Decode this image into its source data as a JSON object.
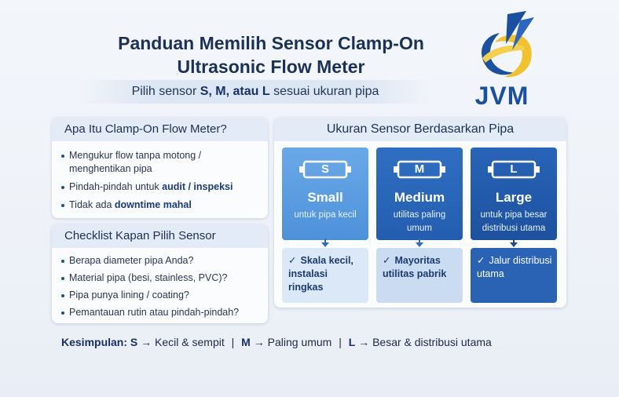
{
  "title": {
    "line1": "Panduan Memilih Sensor Clamp-On",
    "line2": "Ultrasonic Flow Meter"
  },
  "subtitle": {
    "prefix": "Pilih sensor ",
    "bold": "S, M, atau L",
    "suffix": " sesuai ukuran pipa"
  },
  "logo": {
    "text": "JVM",
    "colors": [
      "#f2c12e",
      "#1b4fa0"
    ]
  },
  "what_is": {
    "heading": "Apa Itu Clamp-On Flow Meter?",
    "items": [
      {
        "text": "Mengukur flow tanpa motong / menghentikan pipa",
        "bold": ""
      },
      {
        "text": "Pindah-pindah untuk ",
        "bold": "audit / inspeksi"
      },
      {
        "text": "Tidak ada ",
        "bold": "downtime mahal"
      }
    ]
  },
  "checklist": {
    "heading": "Checklist Kapan Pilih Sensor",
    "items": [
      "Berapa diameter pipa Anda?",
      "Material pipa (besi, stainless, PVC)?",
      "Pipa punya lining / coating?",
      "Pemantauan rutin atau pindah-pindah?"
    ]
  },
  "sizes": {
    "heading": "Ukuran Sensor Berdasarkan Pipa",
    "items": [
      {
        "letter": "S",
        "name": "Small",
        "desc": "untuk pipa kecil",
        "feature": "Skala kecil, instalasi ringkas",
        "color": "#5a9de0"
      },
      {
        "letter": "M",
        "name": "Medium",
        "desc": "utilitas paling umum",
        "feature": "Mayoritas utilitas pabrik",
        "color": "#2a66b8"
      },
      {
        "letter": "L",
        "name": "Large",
        "desc": "untuk pipa besar distribusi utama",
        "feature": "Jalur distribusi utama",
        "color": "#2260b0"
      }
    ]
  },
  "conclusion": {
    "label": "Kesimpulan:",
    "s_letter": "S",
    "s_text": "→ Kecil & sempit",
    "m_letter": "M",
    "m_text": "→ Paling umum",
    "l_letter": "L",
    "l_text": "→ Besar & distribusi utama"
  }
}
